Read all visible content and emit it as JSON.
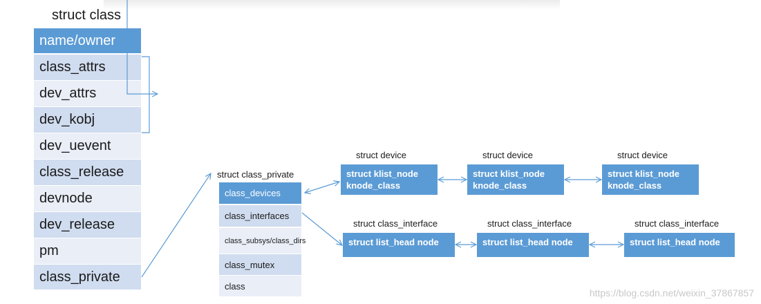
{
  "struct_class": {
    "title": "struct class",
    "fields": [
      "name/owner",
      "class_attrs",
      "dev_attrs",
      "dev_kobj",
      "dev_uevent",
      "class_release",
      "devnode",
      "dev_release",
      "pm",
      "class_private"
    ]
  },
  "struct_class_private": {
    "title": "struct class_private",
    "fields": [
      "class_devices",
      "class_interfaces",
      "class_subsys/class_dirs",
      "class_mutex",
      "class"
    ]
  },
  "devices": {
    "title": "struct device",
    "node_line1": "struct klist_node",
    "node_line2": "knode_class"
  },
  "interfaces": {
    "title": "struct class_interface",
    "node": "struct list_head node"
  },
  "watermark": "https://blog.csdn.net/weixin_37867857",
  "colors": {
    "header": "#5b9bd5",
    "row_mid": "#d0dcef",
    "row_light": "#e9eef7",
    "line": "#5b9bd5"
  }
}
